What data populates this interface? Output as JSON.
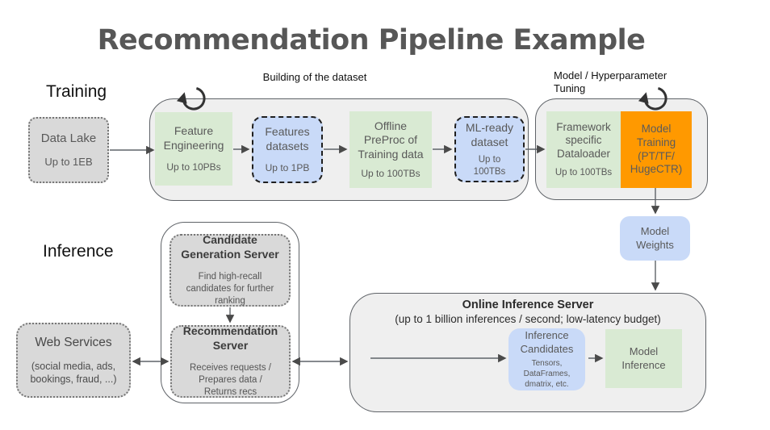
{
  "title": "Recommendation Pipeline Example",
  "labels": {
    "training": "Training",
    "inference": "Inference",
    "building": "Building of the dataset",
    "tuning": "Model / Hyperparameter Tuning"
  },
  "colors": {
    "green": "#d9ead3",
    "blue": "#c9daf8",
    "orange": "#ff9900",
    "gray_box": "#d9d9d9",
    "container_gray": "#efefef",
    "white": "#ffffff"
  },
  "nodes": {
    "data_lake": {
      "lines": [
        "Data Lake"
      ],
      "sub": [
        "Up to 1EB"
      ]
    },
    "feature_engineering": {
      "lines": [
        "Feature",
        "Engineering"
      ],
      "sub": [
        "Up to 10PBs"
      ]
    },
    "features_datasets": {
      "lines": [
        "Features",
        "datasets"
      ],
      "sub": [
        "Up to 1PB"
      ]
    },
    "offline_preproc": {
      "lines": [
        "Offline",
        "PreProc of",
        "Training data"
      ],
      "sub": [
        "Up to 100TBs"
      ]
    },
    "ml_ready": {
      "lines": [
        "ML-ready",
        "dataset"
      ],
      "sub": [
        "Up to",
        "100TBs"
      ]
    },
    "framework_dataloader": {
      "lines": [
        "Framework",
        "specific",
        "Dataloader"
      ],
      "sub": [
        "Up to 100TBs"
      ]
    },
    "model_training": {
      "lines": [
        "Model",
        "Training",
        "(PT/TF/",
        "HugeCTR)"
      ]
    },
    "model_weights": {
      "lines": [
        "Model",
        "Weights"
      ]
    },
    "candidate_generation": {
      "lines": [
        "Candidate",
        "Generation Server"
      ],
      "sub": [
        "Find high-recall",
        "candidates for further",
        "ranking"
      ]
    },
    "recommendation_server": {
      "lines": [
        "Recommendation",
        "Server"
      ],
      "sub": [
        "Receives requests /",
        "Prepares data /",
        "Returns recs"
      ]
    },
    "web_services": {
      "lines": [
        "Web Services"
      ],
      "sub": [
        "(social media, ads,",
        "bookings, fraud, ...)"
      ]
    },
    "inference_candidates": {
      "lines": [
        "Inference",
        "Candidates"
      ],
      "sub": [
        "Tensors,",
        "DataFrames,",
        "dmatrix, etc."
      ]
    },
    "model_inference": {
      "lines": [
        "Model",
        "Inference"
      ]
    }
  },
  "online_inference": {
    "title": "Online Inference Server",
    "subtitle": "(up to 1 billion inferences / second; low-latency budget)"
  },
  "icons": {
    "loop_training": "loop-arrow-icon",
    "loop_tuning": "loop-arrow-icon"
  }
}
